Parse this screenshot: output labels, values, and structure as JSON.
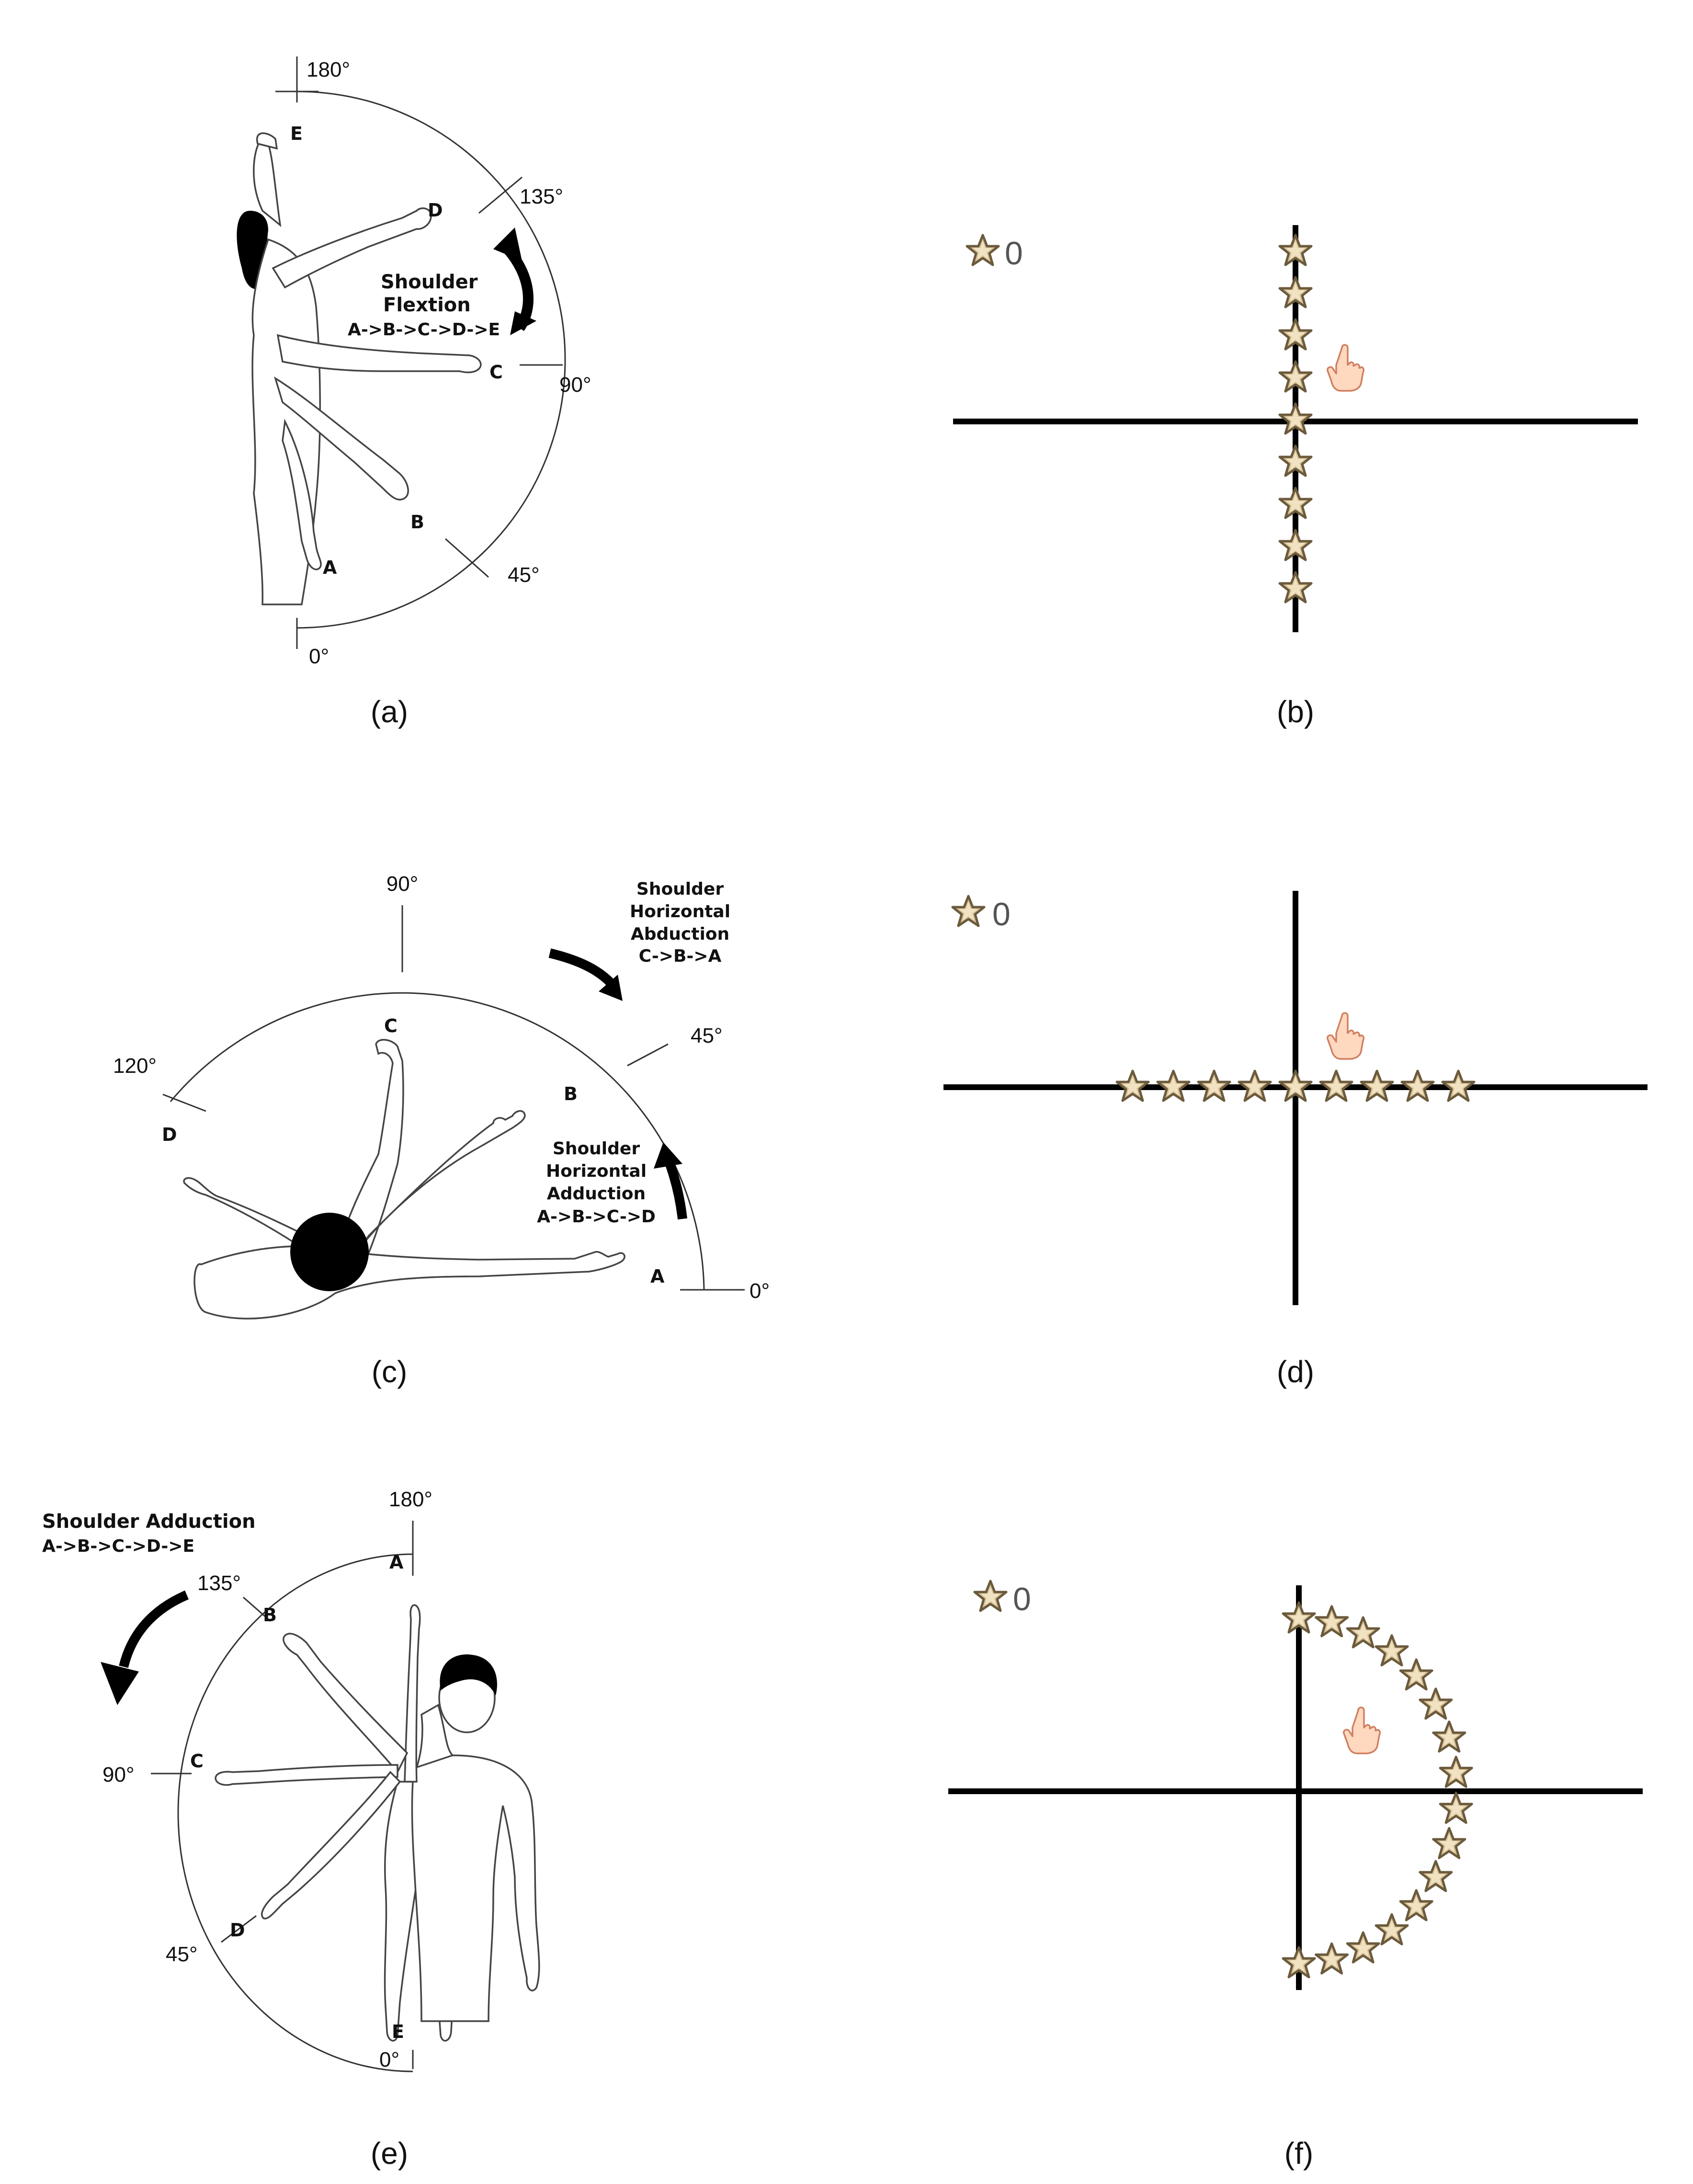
{
  "panels": {
    "a": {
      "caption": "(a)",
      "angles": [
        "180°",
        "135°",
        "90°",
        "45°",
        "0°"
      ],
      "letters": [
        "A",
        "B",
        "C",
        "D",
        "E"
      ],
      "title": "Shoulder",
      "title2": "Flextion",
      "sequence": "A->B->C->D->E"
    },
    "b": {
      "caption": "(b)",
      "score": "0",
      "star_count": 9
    },
    "c": {
      "caption": "(c)",
      "angles": [
        "90°",
        "120°",
        "45°",
        "0°"
      ],
      "letters": [
        "A",
        "B",
        "C",
        "D"
      ],
      "abduction": {
        "line1": "Shoulder",
        "line2": "Horizontal",
        "line3": "Abduction",
        "sequence": "C->B->A"
      },
      "adduction": {
        "line1": "Shoulder",
        "line2": "Horizontal",
        "line3": "Adduction",
        "sequence": "A->B->C->D"
      }
    },
    "d": {
      "caption": "(d)",
      "score": "0",
      "star_count": 9
    },
    "e": {
      "caption": "(e)",
      "angles": [
        "180°",
        "135°",
        "90°",
        "45°",
        "0°"
      ],
      "letters": [
        "A",
        "B",
        "C",
        "D",
        "E"
      ],
      "title": "Shoulder Adduction",
      "sequence": "A->B->C->D->E"
    },
    "f": {
      "caption": "(f)",
      "score": "0",
      "star_count": 16
    }
  },
  "colors": {
    "star_fill": "#d8c29a",
    "star_stroke": "#6b5a3c",
    "hand_fill": "#ffd8c0",
    "hand_stroke": "#d08060",
    "axis": "#000000"
  },
  "icons": {
    "score": "star-icon",
    "cursor": "pointing-hand-icon"
  }
}
